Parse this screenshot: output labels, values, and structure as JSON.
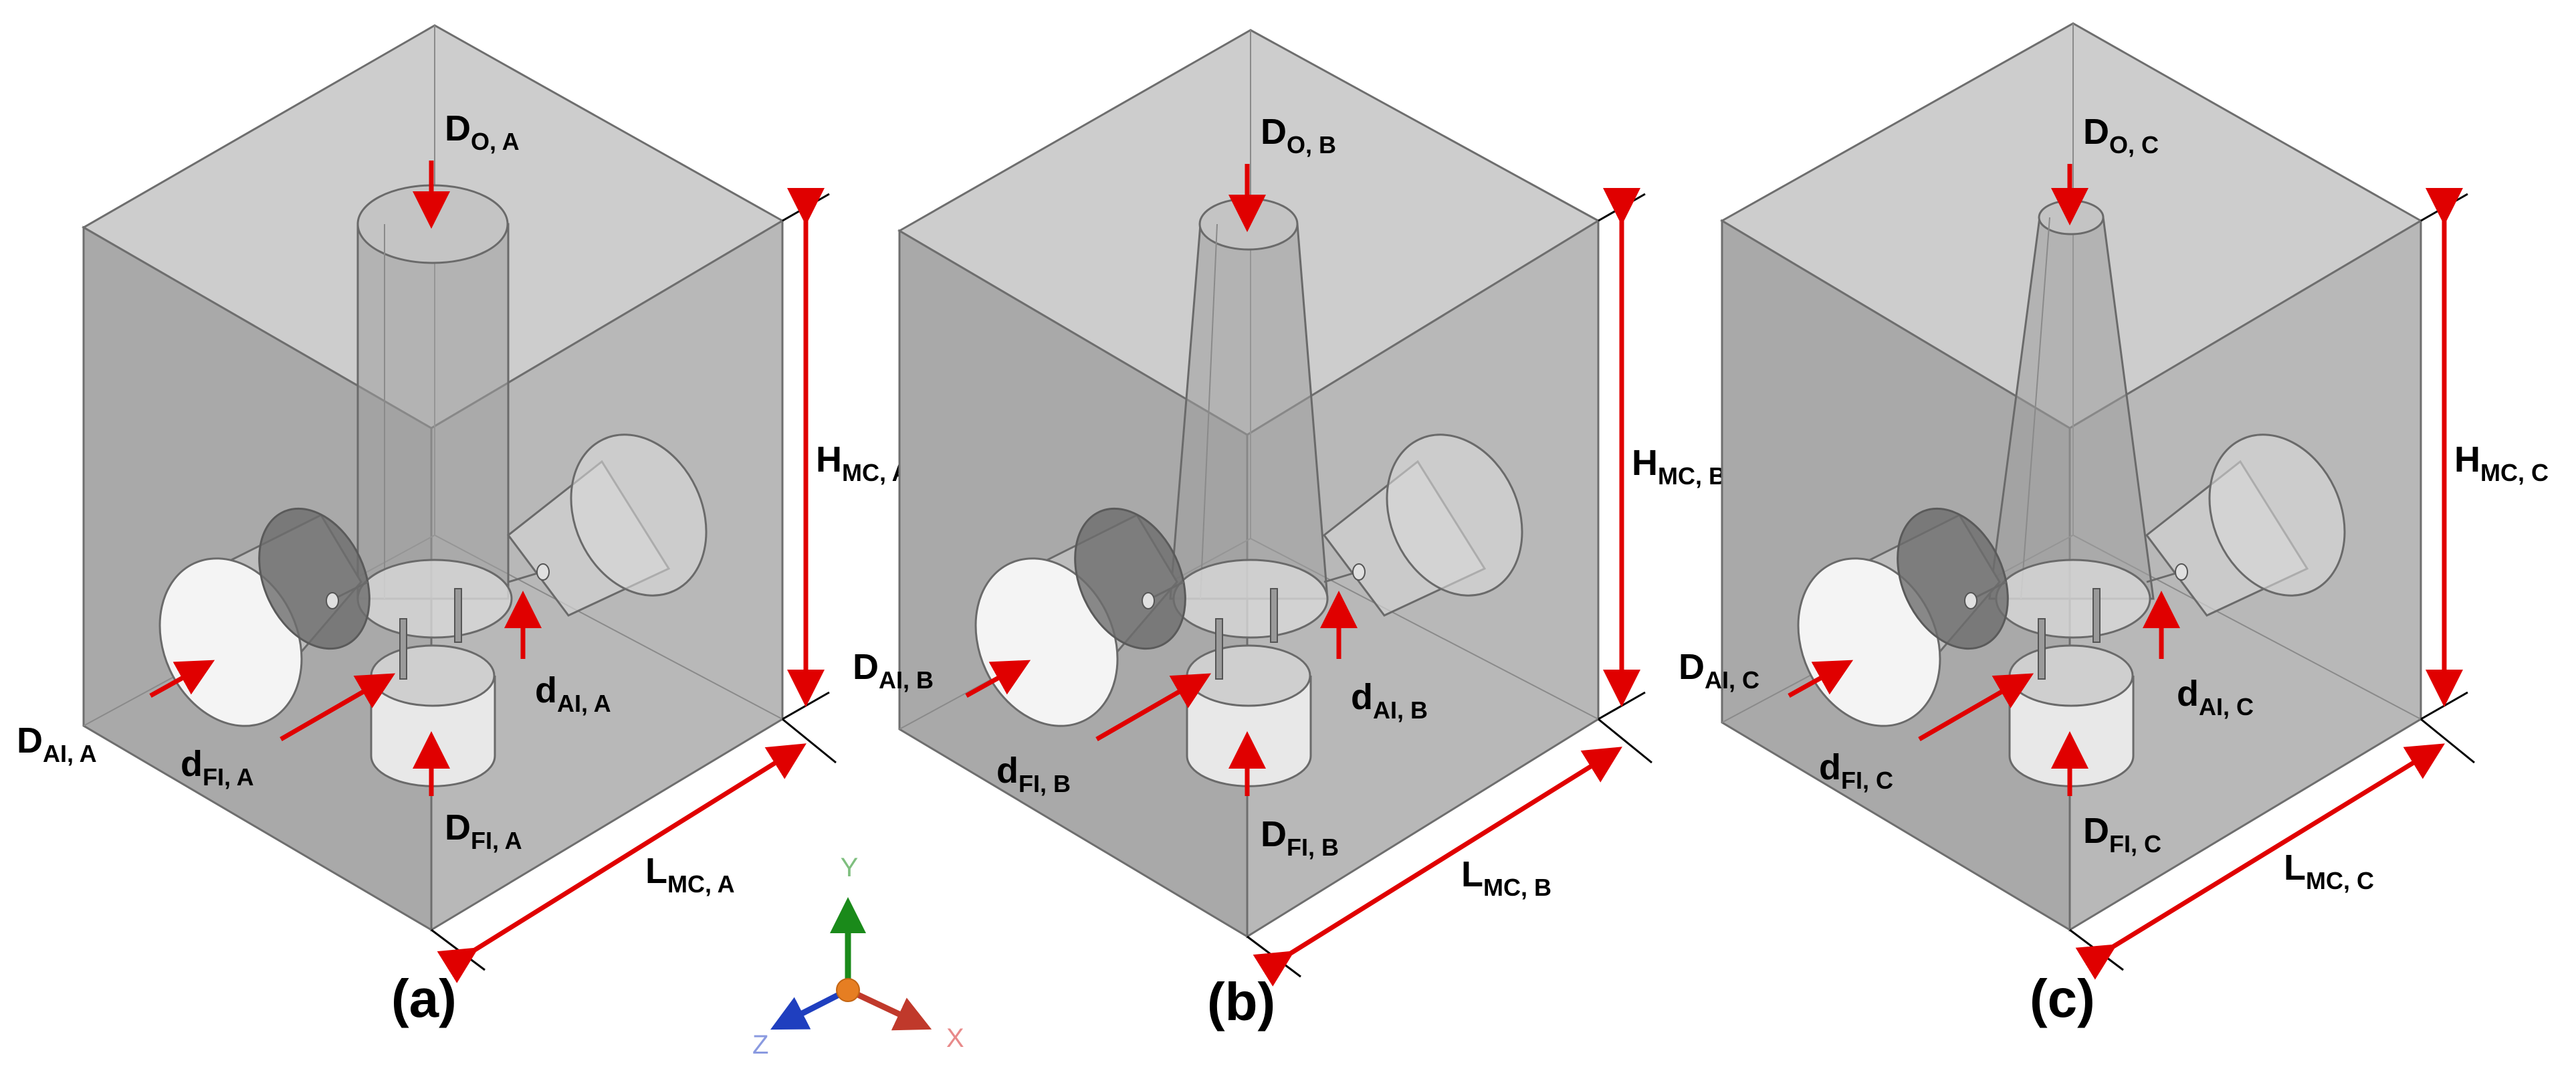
{
  "panels": [
    {
      "caption": "(a)",
      "labels": {
        "outlet": {
          "main": "D",
          "sub": "O, A"
        },
        "height": {
          "main": "H",
          "sub": "MC, A"
        },
        "length": {
          "main": "L",
          "sub": "MC, A"
        },
        "air_inlet": {
          "main": "D",
          "sub": "AI, A"
        },
        "fuel_inlet_d": {
          "main": "d",
          "sub": "FI, A"
        },
        "fuel_inlet_D": {
          "main": "D",
          "sub": "FI, A"
        },
        "air_inlet_d": {
          "main": "d",
          "sub": "AI, A"
        }
      }
    },
    {
      "caption": "(b)",
      "labels": {
        "outlet": {
          "main": "D",
          "sub": "O, B"
        },
        "height": {
          "main": "H",
          "sub": "MC, B"
        },
        "length": {
          "main": "L",
          "sub": "MC, B"
        },
        "air_inlet": {
          "main": "D",
          "sub": "AI, B"
        },
        "fuel_inlet_d": {
          "main": "d",
          "sub": "FI, B"
        },
        "fuel_inlet_D": {
          "main": "D",
          "sub": "FI, B"
        },
        "air_inlet_d": {
          "main": "d",
          "sub": "AI, B"
        }
      }
    },
    {
      "caption": "(c)",
      "labels": {
        "outlet": {
          "main": "D",
          "sub": "O, C"
        },
        "height": {
          "main": "H",
          "sub": "MC, C"
        },
        "length": {
          "main": "L",
          "sub": "MC, C"
        },
        "air_inlet": {
          "main": "D",
          "sub": "AI, C"
        },
        "fuel_inlet_d": {
          "main": "d",
          "sub": "FI, C"
        },
        "fuel_inlet_D": {
          "main": "D",
          "sub": "FI, C"
        },
        "air_inlet_d": {
          "main": "d",
          "sub": "AI, C"
        }
      }
    }
  ],
  "axes": {
    "y": {
      "label": "Y",
      "color": "#1a8a1a"
    },
    "x": {
      "label": "X",
      "color": "#c0392b"
    },
    "z": {
      "label": "Z",
      "color": "#1f3fbf"
    }
  },
  "colors": {
    "arrow": "#e00000",
    "box_face_front": "#a8a8a8",
    "box_face_top": "#cdcdcd",
    "box_face_right": "#b9b9b9",
    "edge": "#6e6e6e"
  }
}
